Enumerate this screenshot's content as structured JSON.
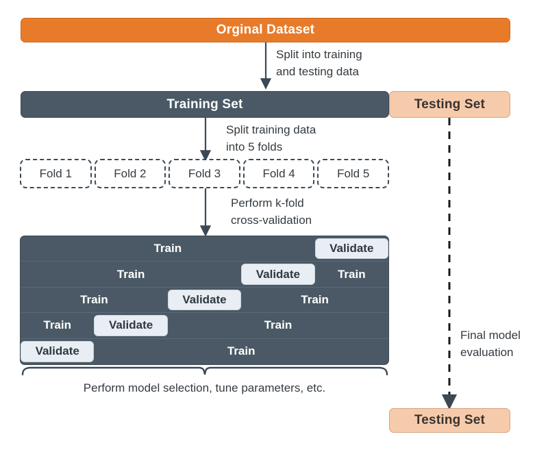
{
  "diagram": {
    "title_box": {
      "label": "Orginal Dataset",
      "color": "#E87B2A"
    },
    "split_label": "Split into training\nand testing data",
    "training_set": {
      "label": "Training Set",
      "color": "#4A5965"
    },
    "testing_set_top": {
      "label": "Testing Set",
      "color": "#F6CBAB"
    },
    "folds_label": "Split training data\ninto 5 folds",
    "folds": [
      {
        "label": "Fold 1"
      },
      {
        "label": "Fold 2"
      },
      {
        "label": "Fold 3"
      },
      {
        "label": "Fold 4"
      },
      {
        "label": "Fold 5"
      }
    ],
    "cv_label": "Perform k-fold\ncross-validation",
    "cv_rows": [
      {
        "segments": [
          {
            "kind": "train",
            "label": "Train",
            "start": 0,
            "width": 4
          },
          {
            "kind": "validate",
            "label": "Validate",
            "start": 4,
            "width": 1
          }
        ]
      },
      {
        "segments": [
          {
            "kind": "train",
            "label": "Train",
            "start": 0,
            "width": 3
          },
          {
            "kind": "validate",
            "label": "Validate",
            "start": 3,
            "width": 1
          },
          {
            "kind": "train",
            "label": "Train",
            "start": 4,
            "width": 1
          }
        ]
      },
      {
        "segments": [
          {
            "kind": "train",
            "label": "Train",
            "start": 0,
            "width": 2
          },
          {
            "kind": "validate",
            "label": "Validate",
            "start": 2,
            "width": 1
          },
          {
            "kind": "train",
            "label": "Train",
            "start": 3,
            "width": 2
          }
        ]
      },
      {
        "segments": [
          {
            "kind": "train",
            "label": "Train",
            "start": 0,
            "width": 1
          },
          {
            "kind": "validate",
            "label": "Validate",
            "start": 1,
            "width": 1
          },
          {
            "kind": "train",
            "label": "Train",
            "start": 2,
            "width": 3
          }
        ]
      },
      {
        "segments": [
          {
            "kind": "validate",
            "label": "Validate",
            "start": 0,
            "width": 1
          },
          {
            "kind": "train",
            "label": "Train",
            "start": 1,
            "width": 4
          }
        ]
      }
    ],
    "brace_caption": "Perform model selection, tune parameters, etc.",
    "final_eval_label": "Final model\nevaluation",
    "testing_set_bottom": {
      "label": "Testing Set",
      "color": "#F6CBAB"
    }
  }
}
